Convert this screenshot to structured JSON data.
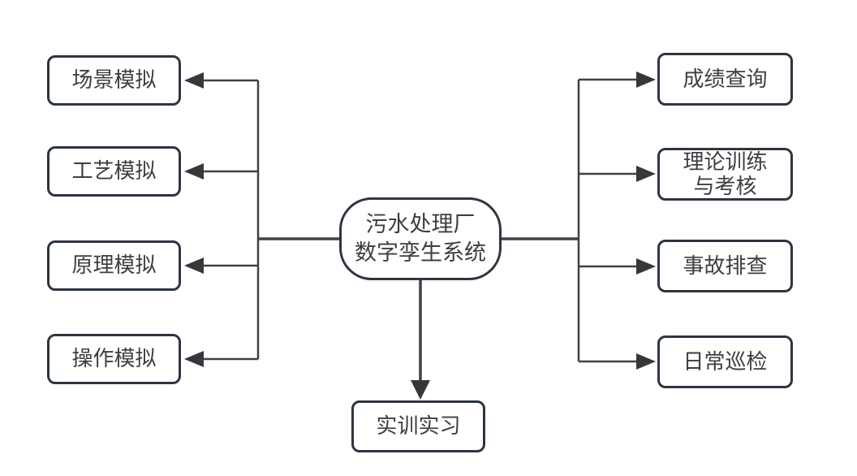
{
  "diagram": {
    "center_node": {
      "label": "污水处理厂\n数字孪生系统"
    },
    "left_nodes": [
      {
        "label": "场景模拟"
      },
      {
        "label": "工艺模拟"
      },
      {
        "label": "原理模拟"
      },
      {
        "label": "操作模拟"
      }
    ],
    "right_nodes": [
      {
        "label": "成绩查询"
      },
      {
        "label": "理论训练\n与考核"
      },
      {
        "label": "事故排查"
      },
      {
        "label": "日常巡检"
      }
    ],
    "bottom_node": {
      "label": "实训实习"
    },
    "colors": {
      "background": "#ffffff",
      "box_border": "#2c3641",
      "connector": "#3f4144",
      "arrow": "#35383b",
      "text": "#3e3e3e"
    }
  }
}
